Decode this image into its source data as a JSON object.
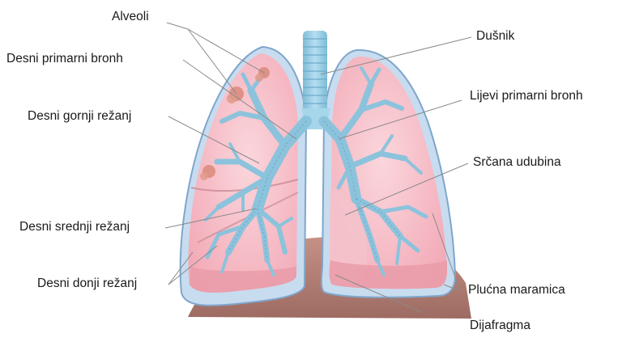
{
  "labels": {
    "alveoli": "Alveoli",
    "right_primary_bronchus": "Desni primarni bronh",
    "right_upper_lobe": "Desni gornji režanj",
    "right_middle_lobe": "Desni srednji režanj",
    "right_lower_lobe": "Desni donji režanj",
    "trachea": "Dušnik",
    "left_primary_bronchus": "Lijevi primarni bronh",
    "cardiac_notch": "Srčana udubina",
    "pleura": "Plućna maramica",
    "diaphragm": "Dijafragma"
  },
  "colors": {
    "lung_fill": "#f6b9c4",
    "lung_inner": "#f9cfd6",
    "pleura_blue": "#b9d3ea",
    "pleura_edge": "#7fa6cc",
    "bronchi": "#8cc3dc",
    "trachea": "#9fd0e4",
    "diaphragm": "#b27f74",
    "leader": "#8a8a8a",
    "alveoli": "#d98a7a"
  },
  "icons": {
    "illustration": "lungs-anatomy-illustration"
  }
}
